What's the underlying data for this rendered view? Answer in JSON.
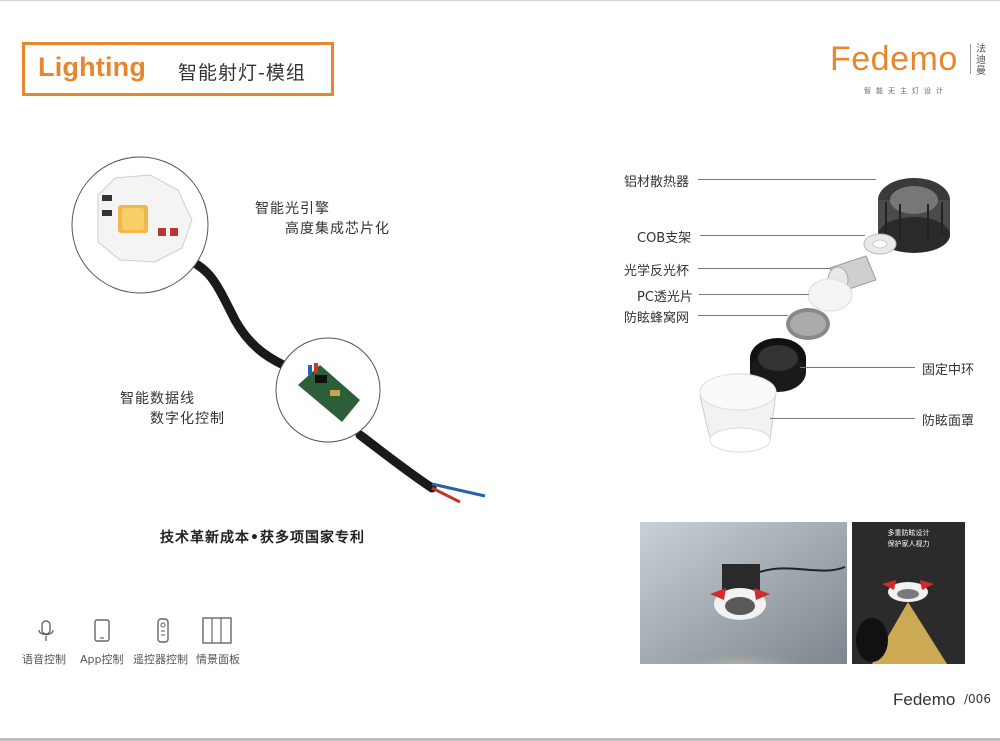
{
  "header": {
    "title_en": "Lighting",
    "title_cn": "智能射灯-模组"
  },
  "brand": {
    "name": "Fedemo",
    "name_cn": "法迪曼",
    "tagline": "智能无主灯设计",
    "accent_color": "#e8862e"
  },
  "left_panel": {
    "annotation_top": [
      "智能光引擎",
      "高度集成芯片化"
    ],
    "annotation_mid": [
      "智能数据线",
      "数字化控制"
    ],
    "slogan": "技术革新成本•获多项国家专利"
  },
  "controls": [
    {
      "icon": "microphone-icon",
      "label": "语音控制"
    },
    {
      "icon": "phone-icon",
      "label": "App控制"
    },
    {
      "icon": "remote-icon",
      "label": "遥控器控制"
    },
    {
      "icon": "panel-icon",
      "label": "情景面板"
    }
  ],
  "parts": {
    "heatsink": "铝材散热器",
    "cob_bracket": "COB支架",
    "reflector": "光学反光杯",
    "pc_lens": "PC透光片",
    "honeycomb": "防眩蜂窝网",
    "fixing_ring": "固定中环",
    "face_cover": "防眩面罩"
  },
  "photo2_text": {
    "line1": "多重防眩设计",
    "line2": "保护家人视力"
  },
  "footer": {
    "brand": "Fedemo",
    "page": "/006"
  }
}
